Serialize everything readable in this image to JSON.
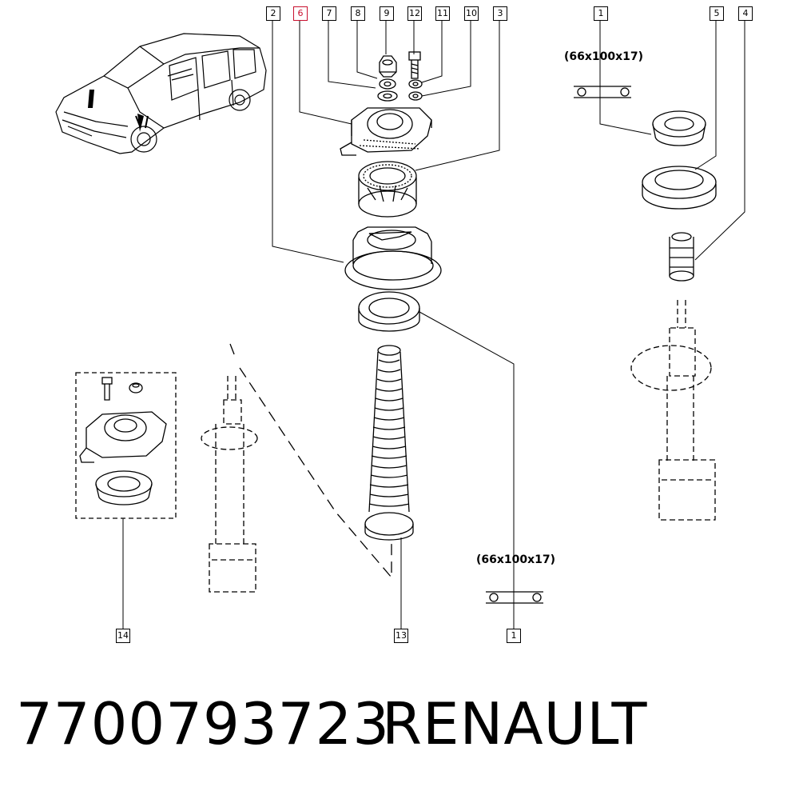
{
  "diagram": {
    "callouts": [
      {
        "id": "c2",
        "label": "2"
      },
      {
        "id": "c6",
        "label": "6",
        "highlight": true
      },
      {
        "id": "c7",
        "label": "7"
      },
      {
        "id": "c8",
        "label": "8"
      },
      {
        "id": "c9",
        "label": "9"
      },
      {
        "id": "c12",
        "label": "12"
      },
      {
        "id": "c11",
        "label": "11"
      },
      {
        "id": "c10",
        "label": "10"
      },
      {
        "id": "c3",
        "label": "3"
      },
      {
        "id": "c1a",
        "label": "1"
      },
      {
        "id": "c5",
        "label": "5"
      },
      {
        "id": "c4",
        "label": "4"
      },
      {
        "id": "c14",
        "label": "14"
      },
      {
        "id": "c13",
        "label": "13"
      },
      {
        "id": "c1b",
        "label": "1"
      }
    ],
    "dimension_labels": [
      "(66x100x17)",
      "(66x100x17)"
    ],
    "highlight_color": "#c8102e",
    "line_color": "#000000"
  },
  "footer": {
    "part_number": "7700793723",
    "brand": "RENAULT"
  }
}
